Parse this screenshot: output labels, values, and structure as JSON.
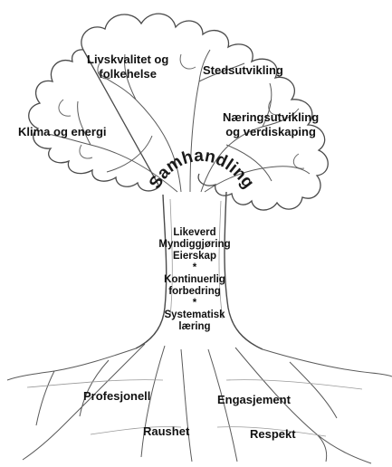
{
  "crown_labels": {
    "livskvalitet_line1": "Livskvalitet og",
    "livskvalitet_line2": "folkehelse",
    "stedsutvikling": "Stedsutvikling",
    "klima": "Klima og energi",
    "naering_line1": "Næringsutvikling",
    "naering_line2": "og verdiskaping"
  },
  "arc_label": "Samhandling",
  "trunk_labels": {
    "likeverd": "Likeverd",
    "myndiggjoring": "Myndiggjøring",
    "eierskap": "Eierskap",
    "sep1": "*",
    "kontinuerlig": "Kontinuerlig",
    "forbedring": "forbedring",
    "sep2": "*",
    "systematisk": "Systematisk",
    "laering": "læring"
  },
  "root_labels": {
    "profesjonell": "Profesjonell",
    "engasjement": "Engasjement",
    "raushet": "Raushet",
    "respekt": "Respekt"
  },
  "colors": {
    "outline": "#4a4a4a",
    "shade": "#8a8a8a",
    "text": "#111111",
    "background": "#ffffff"
  }
}
